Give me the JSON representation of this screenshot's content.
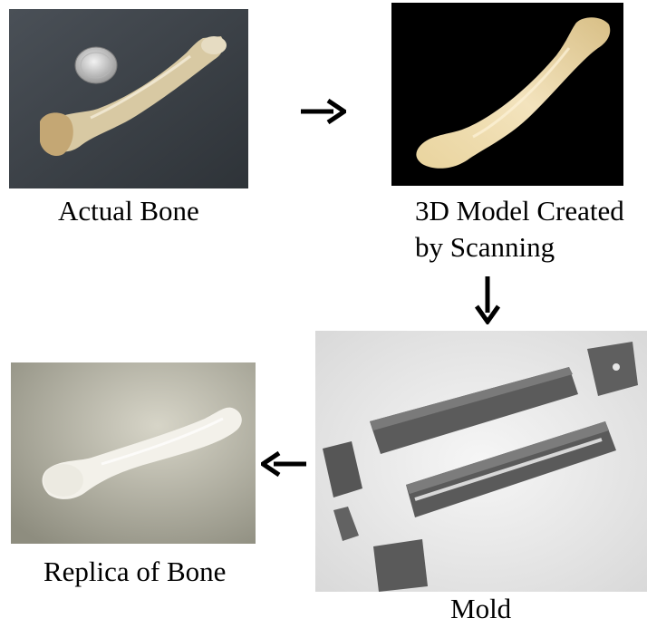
{
  "steps": {
    "actual": {
      "caption": "Actual Bone"
    },
    "model": {
      "caption_line1": "3D Model Created",
      "caption_line2": "by Scanning"
    },
    "mold": {
      "caption": "Mold"
    },
    "replica": {
      "caption": "Replica of Bone"
    }
  },
  "colors": {
    "arrow": "#000000",
    "photo_background_actual": "#3a3f45",
    "model_background": "#000000",
    "bone_tone": "#efe0b8"
  }
}
